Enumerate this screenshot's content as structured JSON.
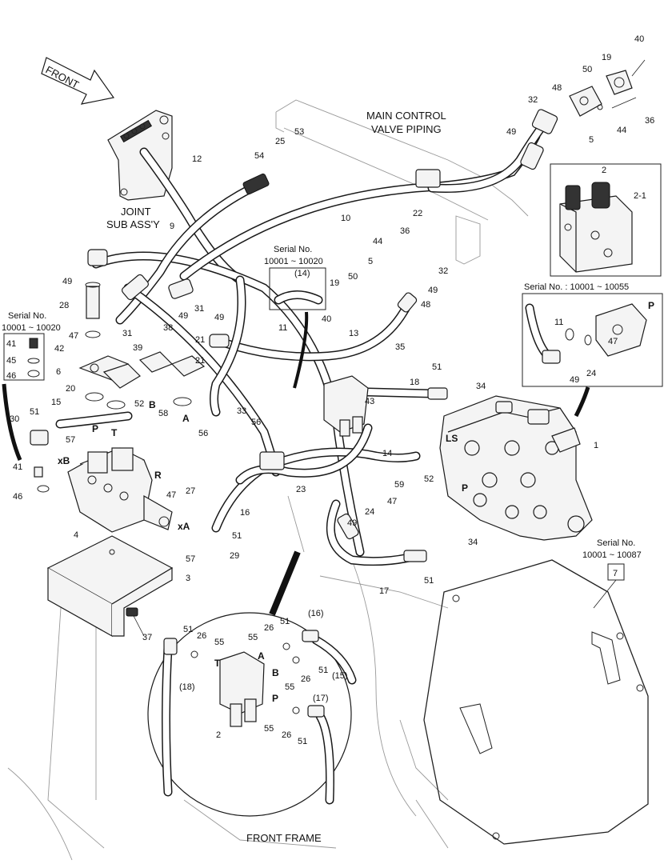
{
  "headings": {
    "main_control_valve_piping": [
      "MAIN CONTROL",
      "VALVE PIPING"
    ],
    "joint_sub_assy": [
      "JOINT",
      "SUB ASS'Y"
    ],
    "front_arrow": "FRONT",
    "front_frame": "FRONT FRAME"
  },
  "insets": {
    "serial_left": {
      "title": "Serial No.",
      "range": "10001 ~ 10020",
      "parts": [
        "41",
        "45",
        "46"
      ]
    },
    "serial_mid": {
      "title": "Serial No.",
      "range": "10001 ~ 10020",
      "hose_ref": "(14)"
    },
    "serial_right": {
      "title": "Serial No. : 10001 ~ 10055",
      "parts": [
        "11",
        "49",
        "24",
        "47"
      ],
      "port": "P"
    },
    "serial_bottom_right": {
      "title": "Serial No.",
      "range": "10001 ~ 10087",
      "part": "7"
    },
    "valve_box": {
      "part": "2",
      "sub": "2-1"
    }
  },
  "ports": [
    "P",
    "T",
    "B",
    "A",
    "xB",
    "xA",
    "R",
    "LS",
    "P"
  ],
  "detail_circle": {
    "refs": [
      "(16)",
      "(15)",
      "(17)",
      "(18)"
    ],
    "ports": [
      "A",
      "B",
      "T",
      "P"
    ],
    "parts": [
      "51",
      "26",
      "55",
      "55",
      "26",
      "51",
      "55",
      "26",
      "51",
      "55",
      "26",
      "51",
      "2"
    ]
  },
  "callouts": [
    "40",
    "19",
    "50",
    "48",
    "32",
    "49",
    "44",
    "36",
    "5",
    "53",
    "25",
    "54",
    "12",
    "9",
    "10",
    "22",
    "44",
    "36",
    "5",
    "32",
    "49",
    "48",
    "19",
    "50",
    "40",
    "13",
    "49",
    "28",
    "47",
    "42",
    "6",
    "20",
    "31",
    "38",
    "49",
    "31",
    "39",
    "21",
    "49",
    "21",
    "52",
    "58",
    "35",
    "43",
    "18",
    "51",
    "34",
    "1",
    "15",
    "51",
    "30",
    "57",
    "41",
    "46",
    "4",
    "27",
    "47",
    "33",
    "56",
    "56",
    "23",
    "16",
    "14",
    "59",
    "52",
    "24",
    "47",
    "49",
    "34",
    "51",
    "17",
    "51",
    "57",
    "29",
    "3",
    "37",
    "11",
    "11",
    "49",
    "24",
    "47"
  ]
}
